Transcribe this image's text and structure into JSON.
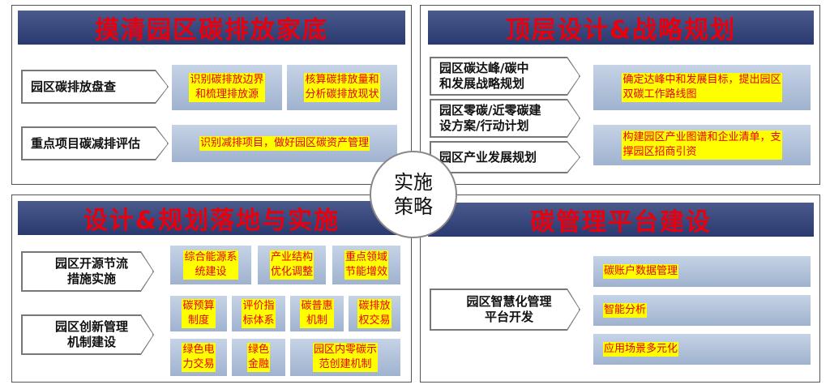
{
  "center": {
    "line1": "实施",
    "line2": "策略"
  },
  "q1": {
    "title": "摸清园区碳排放家底",
    "rows": [
      {
        "label": "园区碳排放盘查",
        "boxes": [
          [
            "识别碳排放边界",
            "和梳理排放源"
          ],
          [
            "核算碳排放量和",
            "分析碳排放现状"
          ]
        ]
      },
      {
        "label": "重点项目碳减排评估",
        "boxes": [
          [
            "识别减排项目，做好园区碳资产管理"
          ]
        ]
      }
    ]
  },
  "q2": {
    "title": "顶层设计&战略规划",
    "rows": [
      {
        "label": [
          "园区碳达峰/碳中",
          "和发展战略规划"
        ]
      },
      {
        "label": [
          "园区零碳/近零碳建",
          "设方案/行动计划"
        ]
      },
      {
        "label": [
          "园区产业发展规划"
        ]
      }
    ],
    "boxes": [
      [
        "确定达峰中和发展目标，提出园区",
        "双碳工作路线图"
      ],
      [
        "构建园区产业图谱和企业清单，支",
        "撑园区招商引资"
      ]
    ]
  },
  "q3": {
    "title": "设计&规划落地与实施",
    "rows": [
      {
        "label": [
          "园区开源节流",
          "措施实施"
        ]
      },
      {
        "label": [
          "园区创新管理",
          "机制建设"
        ]
      }
    ],
    "boxes": [
      [
        "综合能源系",
        "统建设"
      ],
      [
        "产业结构",
        "优化调整"
      ],
      [
        "重点领域",
        "节能增效"
      ],
      [
        "碳预算",
        "制度"
      ],
      [
        "评价指",
        "标体系"
      ],
      [
        "碳普惠",
        "机制"
      ],
      [
        "碳排放",
        "权交易"
      ],
      [
        "绿色电",
        "力交易"
      ],
      [
        "绿色",
        "金融"
      ],
      [
        "园区内零碳示",
        "范创建机制"
      ]
    ]
  },
  "q4": {
    "title": "碳管理平台建设",
    "label": [
      "园区智慧化管理",
      "平台开发"
    ],
    "boxes": [
      "碳账户数据管理",
      "智能分析",
      "应用场景多元化"
    ]
  }
}
